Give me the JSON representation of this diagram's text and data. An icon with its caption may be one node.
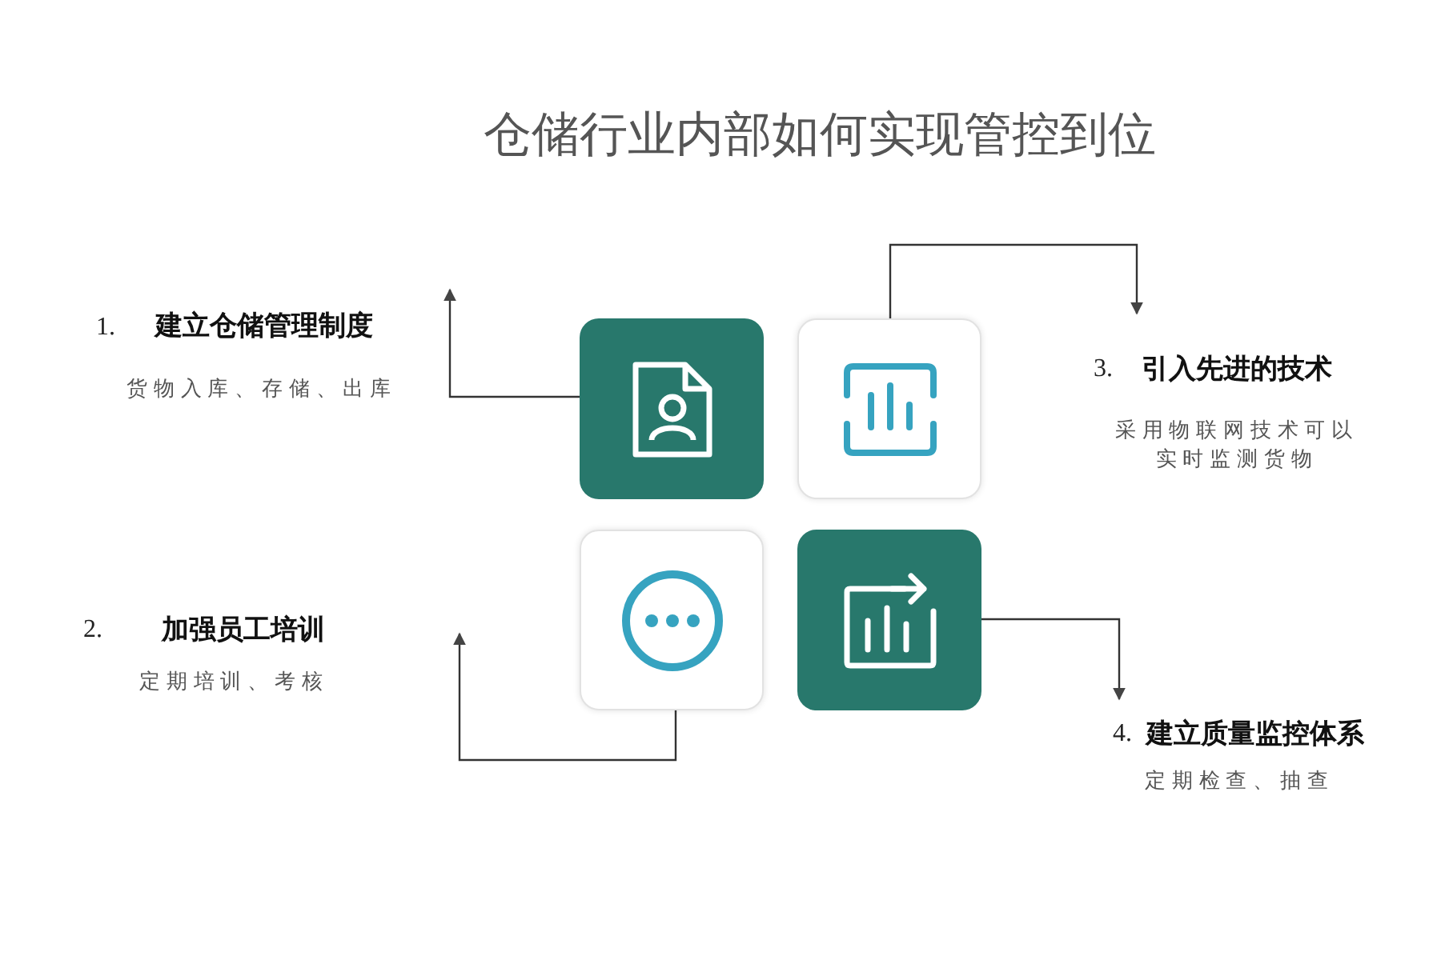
{
  "diagram": {
    "title": "仓储行业内部如何实现管控到位",
    "nodes": [
      {
        "text": [],
        "shape": "box"
      },
      {
        "text": [],
        "shape": "box"
      },
      {
        "text": [],
        "shape": "box"
      },
      {
        "text": [],
        "shape": "box"
      },
      {
        "text": [
          "1.",
          "建立仓储管理制度",
          "货物入库、存储、出库"
        ]
      },
      {
        "text": [
          "3.",
          "引入先进的技术",
          "采用物联网技术可以实时监测货物"
        ]
      },
      {
        "text": [
          "2.",
          "加强员工培训",
          "定期培训、考核"
        ]
      },
      {
        "text": [
          "4.",
          "建立质量监控体系",
          "定期检查、抽查"
        ]
      }
    ],
    "edges": [
      {
        "from": 0,
        "to": 4,
        "arrow": "to"
      },
      {
        "from": 1,
        "to": 5,
        "arrow": "to"
      },
      {
        "from": 2,
        "to": 6,
        "arrow": "to"
      },
      {
        "from": 3,
        "to": 7,
        "arrow": "to"
      }
    ]
  }
}
